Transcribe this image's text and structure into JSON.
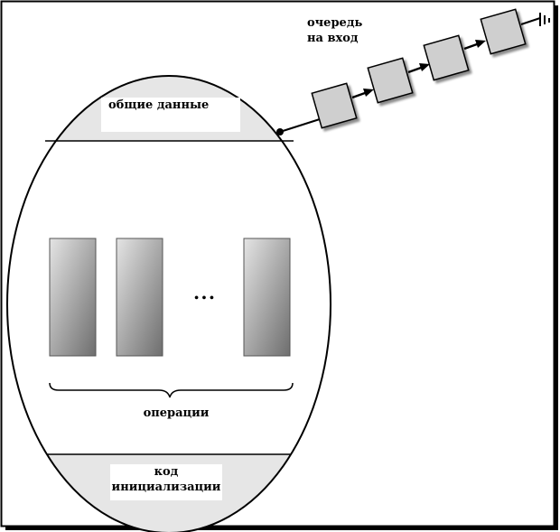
{
  "labels": {
    "shared_data": "общие данные",
    "operations": "операции",
    "init_code_line1": "код",
    "init_code_line2": "инициализации",
    "queue_line1": "очередь",
    "queue_line2": "на вход",
    "ellipsis": "• • •"
  },
  "colors": {
    "frame": "#000000",
    "ellipse_stroke": "#000000",
    "band_fill": "#e6e6e6",
    "queue_box_fill": "#cfcfcf",
    "op_gradient_light": "#e4e4e4",
    "op_gradient_dark": "#6e6e6e"
  },
  "operations_count_visible": 3,
  "queue_boxes_count": 4
}
